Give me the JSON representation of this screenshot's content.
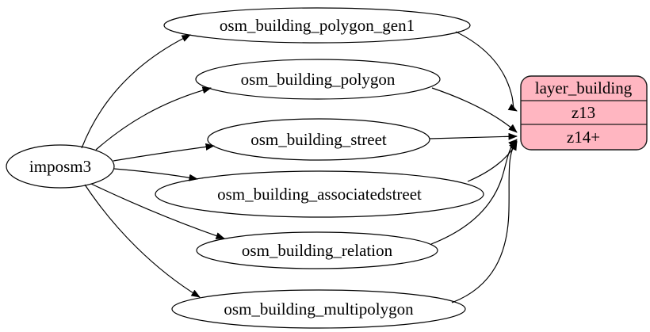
{
  "diagram": {
    "source": {
      "label": "imposm3"
    },
    "tables": [
      {
        "label": "osm_building_polygon_gen1"
      },
      {
        "label": "osm_building_polygon"
      },
      {
        "label": "osm_building_street"
      },
      {
        "label": "osm_building_associatedstreet"
      },
      {
        "label": "osm_building_relation"
      },
      {
        "label": "osm_building_multipolygon"
      }
    ],
    "layer": {
      "title": "layer_building",
      "rows": [
        {
          "label": "z13"
        },
        {
          "label": "z14+"
        }
      ],
      "fill_color": "#ffb6c1",
      "border_color": "#1a1a1a"
    },
    "colors": {
      "edge": "#000000",
      "node_fill": "#ffffff",
      "background": "#ffffff"
    }
  }
}
